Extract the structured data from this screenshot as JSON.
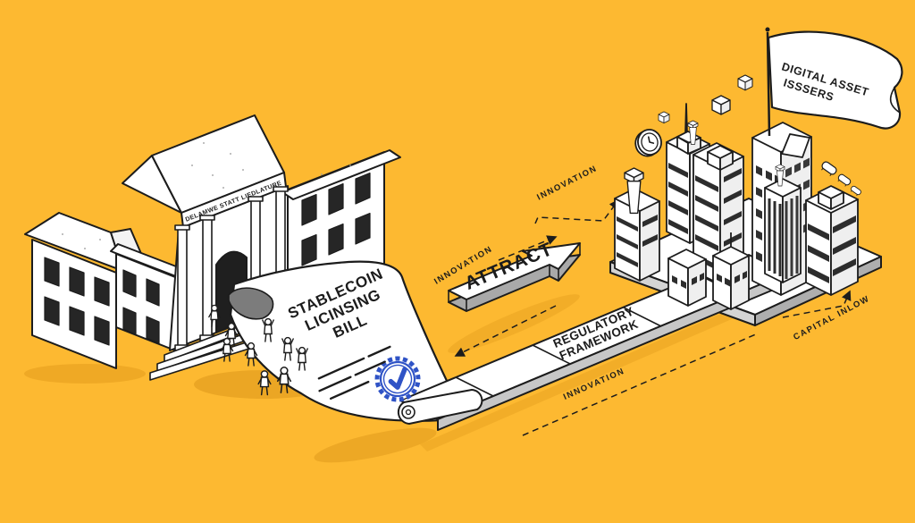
{
  "scene": {
    "background_color": "#FDB931",
    "ink_color": "#1C1C1C",
    "paper_color": "#FFFFFF",
    "shadow_color": "#DD9719",
    "gray_side_color": "#C9C9C9",
    "seal_color": "#2F53C6"
  },
  "building": {
    "frieze_text": "DELAMWE STATT LIEDLATURE"
  },
  "scroll": {
    "title_line1": "STABLECOIN",
    "title_line2": "LICINSING",
    "title_line3": "BILL"
  },
  "arrow": {
    "label": "ATTRACT"
  },
  "path": {
    "label_line1": "REGULATORY",
    "label_line2": "FRAMEWORK"
  },
  "flag": {
    "line1": "DIGITAL ASSET",
    "line2": "ISSSERS"
  },
  "flow_labels": {
    "innovation_left": "INNOVATION",
    "innovation_top": "INNOVATION",
    "innovation_bottom": "INNOVATION",
    "capital_inflow": "CAPITAL INLOW"
  }
}
